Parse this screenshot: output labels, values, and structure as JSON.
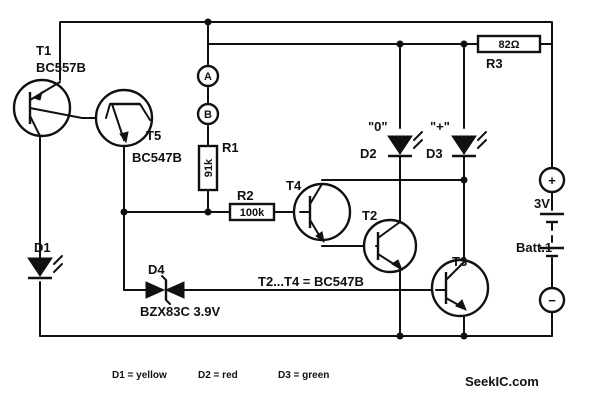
{
  "components": {
    "t1": {
      "ref": "T1",
      "part": "BC557B"
    },
    "t5": {
      "ref": "T5",
      "part": "BC547B"
    },
    "t2": {
      "ref": "T2"
    },
    "t3": {
      "ref": "T3"
    },
    "t4": {
      "ref": "T4"
    },
    "r1": {
      "ref": "R1",
      "value": "91k"
    },
    "r2": {
      "ref": "R2",
      "value": "100k"
    },
    "r3": {
      "ref": "R3",
      "value": "82Ω"
    },
    "d1": {
      "ref": "D1"
    },
    "d2": {
      "ref": "D2",
      "symbol": "\"0\""
    },
    "d3": {
      "ref": "D3",
      "symbol": "\"+\""
    },
    "d4": {
      "ref": "D4",
      "part": "BZX83C 3.9V"
    },
    "battery": {
      "ref": "Batt.1",
      "voltage": "3V",
      "plus": "+",
      "minus": "−"
    }
  },
  "test_points": {
    "a": "A",
    "b": "B"
  },
  "note_transistors": "T2...T4 = BC547B",
  "legend": {
    "d1": "D1 = yellow",
    "d2": "D2 = red",
    "d3": "D3 = green"
  },
  "watermark": "SeekIC.com"
}
